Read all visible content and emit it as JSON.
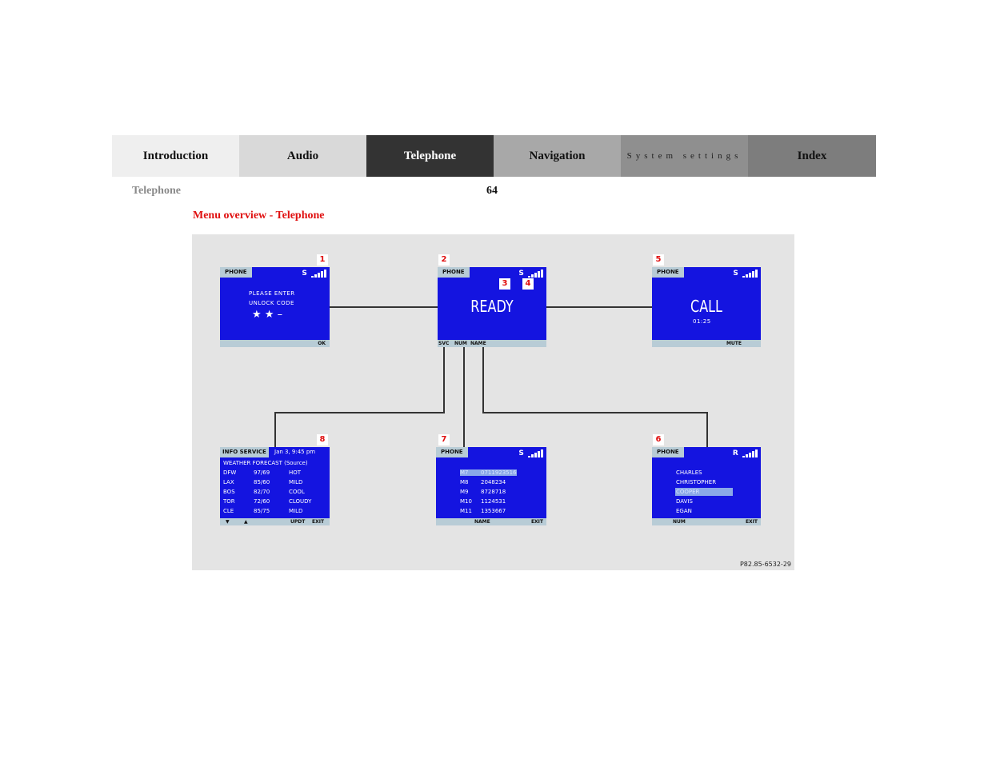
{
  "tabs": [
    "Introduction",
    "Audio",
    "Telephone",
    "Navigation",
    "System settings",
    "Index"
  ],
  "header": {
    "section": "Telephone",
    "page_number": "64"
  },
  "heading": "Menu overview - Telephone",
  "figure": {
    "code": "P82.85-6532-29",
    "screen1": {
      "number": "1",
      "label": "PHONE",
      "signal": "S",
      "line1": "PLEASE ENTER",
      "line2": "UNLOCK CODE",
      "stars": "★ ★ –",
      "softkey": "OK"
    },
    "screen2": {
      "number": "2",
      "label": "PHONE",
      "signal": "S",
      "callout3": "3",
      "callout4": "4",
      "status": "READY",
      "softkeys": [
        "SVC",
        "NUM",
        "NAME"
      ]
    },
    "screen5": {
      "number": "5",
      "label": "PHONE",
      "signal": "S",
      "status": "CALL",
      "timer": "01:25",
      "softkey": "MUTE"
    },
    "screen8": {
      "number": "8",
      "label": "INFO SERVICE",
      "date": "Jan 3, 9:45 pm",
      "title": "WEATHER FORECAST (Source)",
      "rows": [
        {
          "city": "DFW",
          "temp": "97/69",
          "cond": "HOT"
        },
        {
          "city": "LAX",
          "temp": "85/60",
          "cond": "MILD"
        },
        {
          "city": "BOS",
          "temp": "82/70",
          "cond": "COOL"
        },
        {
          "city": "TOR",
          "temp": "72/60",
          "cond": "CLOUDY"
        },
        {
          "city": "CLE",
          "temp": "85/75",
          "cond": "MILD"
        }
      ],
      "softkeys": [
        "▼",
        "▲",
        "UPDT",
        "EXIT"
      ]
    },
    "screen7": {
      "number": "7",
      "label": "PHONE",
      "signal": "S",
      "rows": [
        {
          "mem": "M7",
          "phone": "0711923516"
        },
        {
          "mem": "M8",
          "phone": "2048234"
        },
        {
          "mem": "M9",
          "phone": "8728718"
        },
        {
          "mem": "M10",
          "phone": "1124531"
        },
        {
          "mem": "M11",
          "phone": "1353667"
        }
      ],
      "softkeys": [
        "NAME",
        "EXIT"
      ]
    },
    "screen6": {
      "number": "6",
      "label": "PHONE",
      "signal": "R",
      "names": [
        "CHARLES",
        "CHRISTOPHER",
        "COOPER",
        "DAVIS",
        "EGAN"
      ],
      "softkeys": [
        "NUM",
        "EXIT"
      ]
    }
  }
}
